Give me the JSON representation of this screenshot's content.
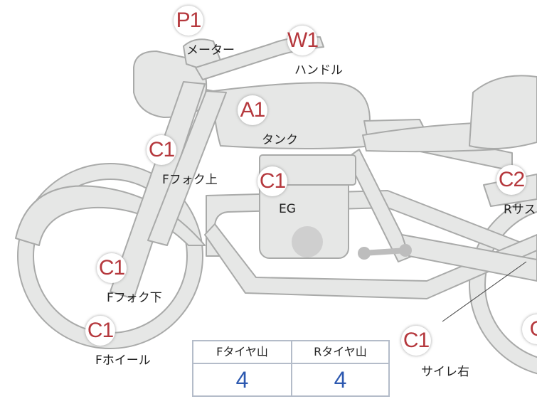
{
  "labels": {
    "meter_code": "P1",
    "meter": "メーター",
    "handle_code": "W1",
    "handle": "ハンドル",
    "tank_code": "A1",
    "tank": "タンク",
    "fork_upper_code": "C1",
    "fork_upper": "Fフォク上",
    "engine_code": "C1",
    "engine": "EG",
    "rear_susp_code": "C2",
    "rear_susp": "Rサス",
    "fork_lower_code": "C1",
    "fork_lower": "Fフォク下",
    "front_wheel_code": "C1",
    "front_wheel": "Fホイール",
    "muffler_right_code": "C1",
    "muffler_right": "サイレ右",
    "rear_wheel_code": "C"
  },
  "tires": {
    "front_header": "Fタイヤ山",
    "front_value": "4",
    "rear_header": "Rタイヤ山",
    "rear_value": "4"
  },
  "colors": {
    "bike_fill": "#e6e7e6",
    "bike_stroke": "#a9aaa9",
    "code_color": "#b5383d",
    "tire_value_color": "#2d59b0"
  }
}
